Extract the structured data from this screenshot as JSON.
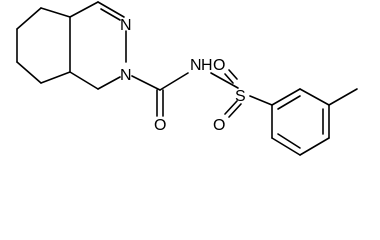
{
  "structure": {
    "atoms": {
      "n1": "N",
      "n2": "N",
      "nh": "N",
      "h": "H",
      "o_carbonyl": "O",
      "s": "S",
      "o_s_left": "O",
      "o_s_right": "O"
    }
  }
}
